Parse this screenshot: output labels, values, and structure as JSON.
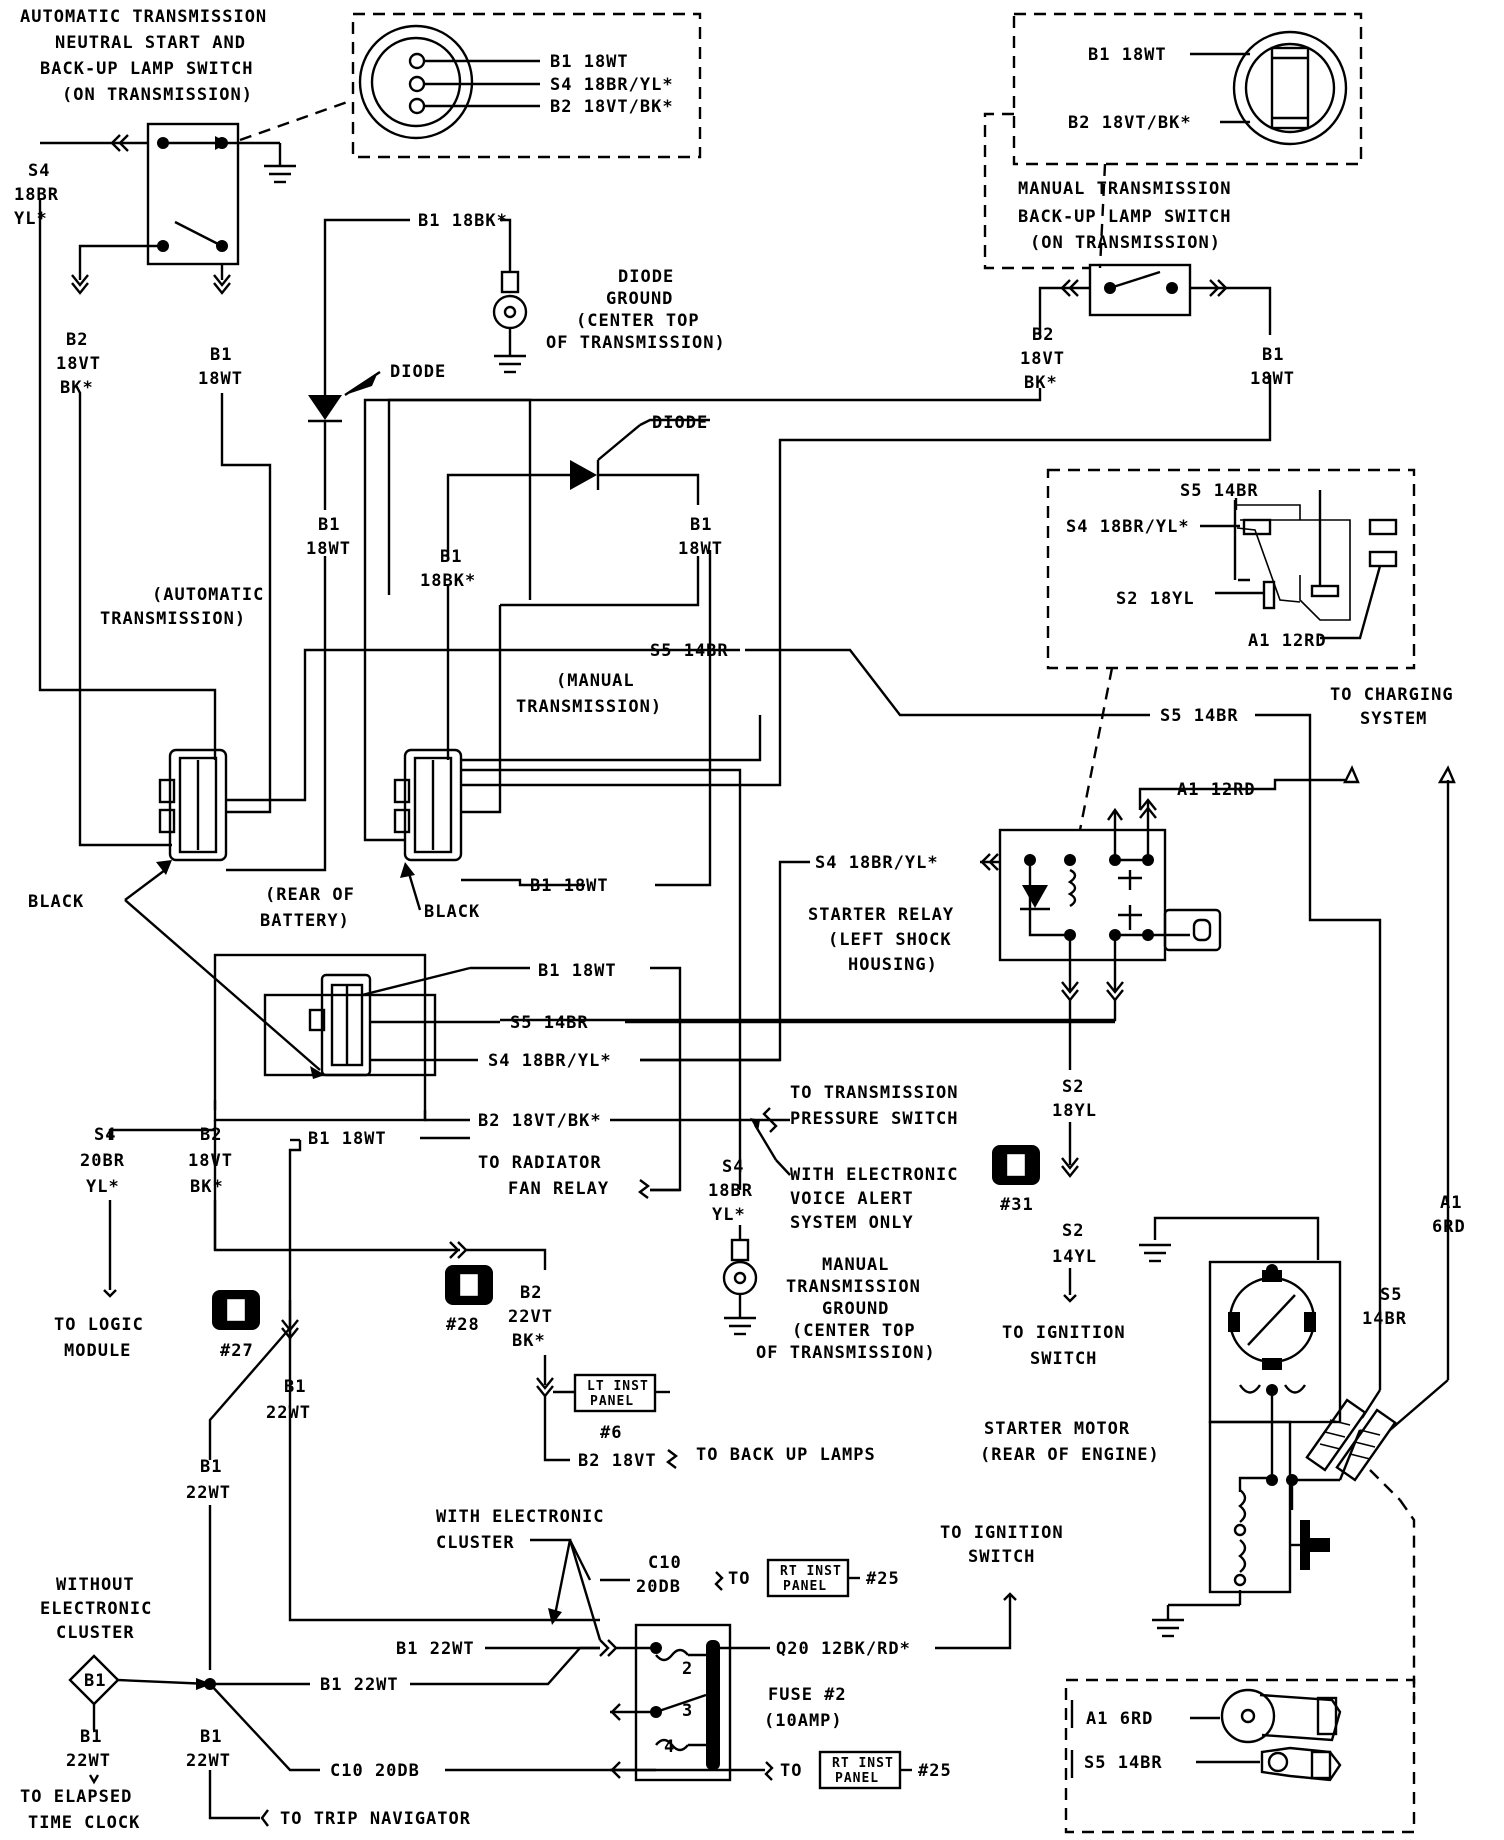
{
  "auto_switch": {
    "title": [
      "AUTOMATIC TRANSMISSION",
      "NEUTRAL START AND",
      "BACK-UP LAMP SWITCH",
      "(ON TRANSMISSION)"
    ],
    "pins": [
      "B1 18WT",
      "S4 18BR/YL*",
      "B2 18VT/BK*"
    ],
    "s4_wire": [
      "S4",
      "18BR",
      "YL*"
    ],
    "b2_wire": [
      "B2",
      "18VT",
      "BK*"
    ],
    "b1_wire": [
      "B1",
      "18WT"
    ]
  },
  "manual_switch": {
    "pins": [
      "B1 18WT",
      "B2 18VT/BK*"
    ],
    "title": [
      "MANUAL TRANSMISSION",
      "BACK-UP LAMP SWITCH",
      "(ON TRANSMISSION)"
    ],
    "b2_wire": [
      "B2",
      "18VT",
      "BK*"
    ],
    "b1_wire": [
      "B1",
      "18WT"
    ]
  },
  "diode_ground": {
    "wire": "B1 18BK*",
    "title": [
      "DIODE",
      "GROUND",
      "(CENTER TOP",
      "OF TRANSMISSION)"
    ]
  },
  "diodes": {
    "label_1": "DIODE",
    "label_2": "DIODE"
  },
  "mid_wires": {
    "b1_18wt_a": [
      "B1",
      "18WT"
    ],
    "b1_18bk": [
      "B1",
      "18BK*"
    ],
    "b1_18wt_b": [
      "B1",
      "18WT"
    ],
    "s5_top": "S5 14BR",
    "s5_right": "S5 14BR",
    "a1_12rd": "A1 12RD",
    "b1_18wt_conn": "B1 18WT"
  },
  "connectors": {
    "auto": [
      "(AUTOMATIC",
      "TRANSMISSION)"
    ],
    "manual": [
      "(MANUAL",
      "TRANSMISSION)"
    ],
    "black_1": "BLACK",
    "black_2": "BLACK",
    "rear_battery": [
      "(REAR OF",
      "BATTERY)"
    ]
  },
  "relay_connector": {
    "pins": [
      "S5 14BR",
      "S4 18BR/YL*",
      "S2 18YL",
      "A1 12RD"
    ]
  },
  "charging": [
    "TO CHARGING",
    "SYSTEM"
  ],
  "starter_relay": {
    "s4_wire": "S4 18BR/YL*",
    "title": [
      "STARTER RELAY",
      "(LEFT SHOCK",
      "HOUSING)"
    ]
  },
  "lower_connector": {
    "b1": "B1 18WT",
    "s5": "S5 14BR",
    "s4": "S4 18BR/YL*",
    "b2": "B2 18VT/BK*",
    "b1_left": "B1 18WT"
  },
  "pressure_switch": [
    "TO TRANSMISSION",
    "PRESSURE SWITCH"
  ],
  "voice_alert": [
    "WITH ELECTRONIC",
    "VOICE ALERT",
    "SYSTEM ONLY"
  ],
  "radiator": [
    "TO RADIATOR",
    "FAN RELAY"
  ],
  "s4_20": [
    "S4",
    "20BR",
    "YL*"
  ],
  "b2_18vt": [
    "B2",
    "18VT",
    "BK*"
  ],
  "s4_18br": [
    "S4",
    "18BR",
    "YL*"
  ],
  "s2_18yl": [
    "S2",
    "18YL"
  ],
  "s2_14yl": [
    "S2",
    "14YL"
  ],
  "logic_module": [
    "TO LOGIC",
    "MODULE"
  ],
  "manual_ground": [
    "MANUAL",
    "TRANSMISSION",
    "GROUND",
    "(CENTER TOP",
    "OF TRANSMISSION)"
  ],
  "ignition_1": [
    "TO IGNITION",
    "SWITCH"
  ],
  "ignition_2": [
    "TO IGNITION",
    "SWITCH"
  ],
  "refs": {
    "r31": "#31",
    "r27": "#27",
    "r28": "#28",
    "r6": "#6",
    "r25a": "#25",
    "r25b": "#25"
  },
  "b2_22vt": [
    "B2",
    "22VT",
    "BK*"
  ],
  "lt_panel": [
    "LT INST",
    "PANEL"
  ],
  "rt_panel": [
    "RT INST",
    "PANEL"
  ],
  "back_up": {
    "wire": "B2 18VT",
    "dest": "TO BACK UP LAMPS"
  },
  "b1_22wt_a": [
    "B1",
    "22WT"
  ],
  "b1_22wt_b": [
    "B1",
    "22WT"
  ],
  "b1_22wt_c": [
    "B1",
    "22WT"
  ],
  "b1_22wt_d": [
    "B1",
    "22WT"
  ],
  "b1_22wt_line_1": "B1 22WT",
  "b1_22wt_line_2": "B1 22WT",
  "with_cluster": [
    "WITH ELECTRONIC",
    "CLUSTER"
  ],
  "without_cluster": [
    "WITHOUT",
    "ELECTRONIC",
    "CLUSTER"
  ],
  "diamond": "B1",
  "c10_top": [
    "C10",
    "20DB"
  ],
  "c10_bottom": "C10 20DB",
  "to_word": "TO",
  "q20": "Q20 12BK/RD*",
  "fuse": {
    "title": [
      "FUSE #2",
      "(10AMP)"
    ],
    "slots": [
      "2",
      "3",
      "4"
    ]
  },
  "elapsed": [
    "TO ELAPSED",
    "TIME CLOCK"
  ],
  "trip": "TO TRIP NAVIGATOR",
  "starter_motor": {
    "title": [
      "STARTER MOTOR",
      "(REAR OF ENGINE)"
    ],
    "s5": [
      "S5",
      "14BR"
    ],
    "a1": [
      "A1",
      "6RD"
    ]
  },
  "motor_terminals": {
    "a1": "A1 6RD",
    "s5": "S5 14BR"
  }
}
